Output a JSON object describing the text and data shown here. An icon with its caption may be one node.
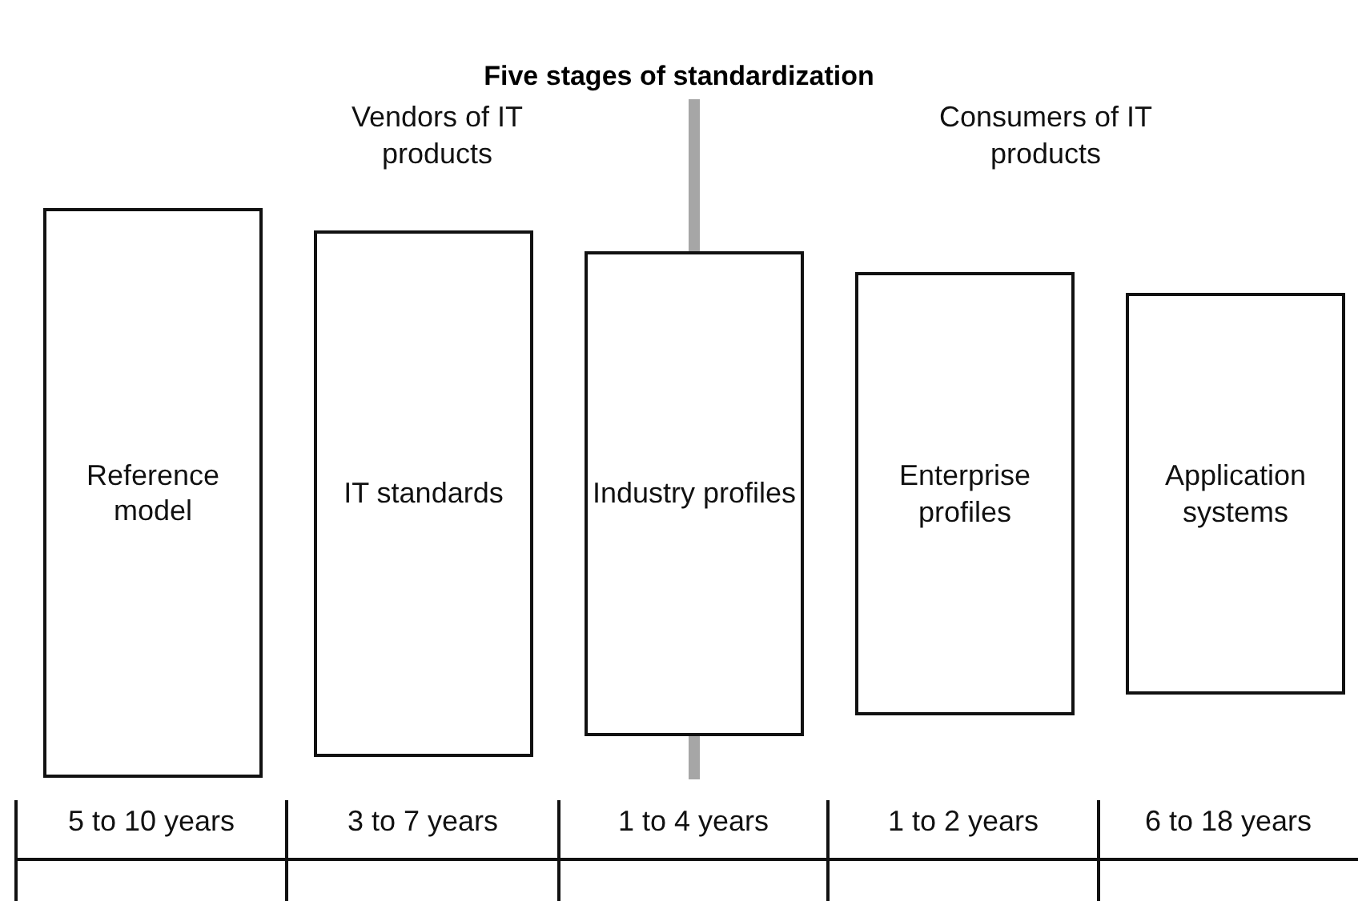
{
  "diagram": {
    "title": "Five stages of standardization",
    "nodes": [
      {
        "text": [
          "Reference model"
        ],
        "beside": [
          "5 to 10 years"
        ]
      },
      {
        "text": [
          "IT standards"
        ],
        "beside": [
          "3 to 7 years"
        ]
      },
      {
        "text": [
          "Industry profiles"
        ],
        "beside": [
          "1 to 4 years"
        ]
      },
      {
        "text": [
          "Enterprise profiles"
        ],
        "beside": [
          "1 to 2 years"
        ]
      },
      {
        "text": [
          "Application systems"
        ],
        "beside": [
          "6 to 18 years"
        ]
      }
    ],
    "labels": [
      "Vendors of IT products",
      "Consumers of IT products"
    ]
  }
}
